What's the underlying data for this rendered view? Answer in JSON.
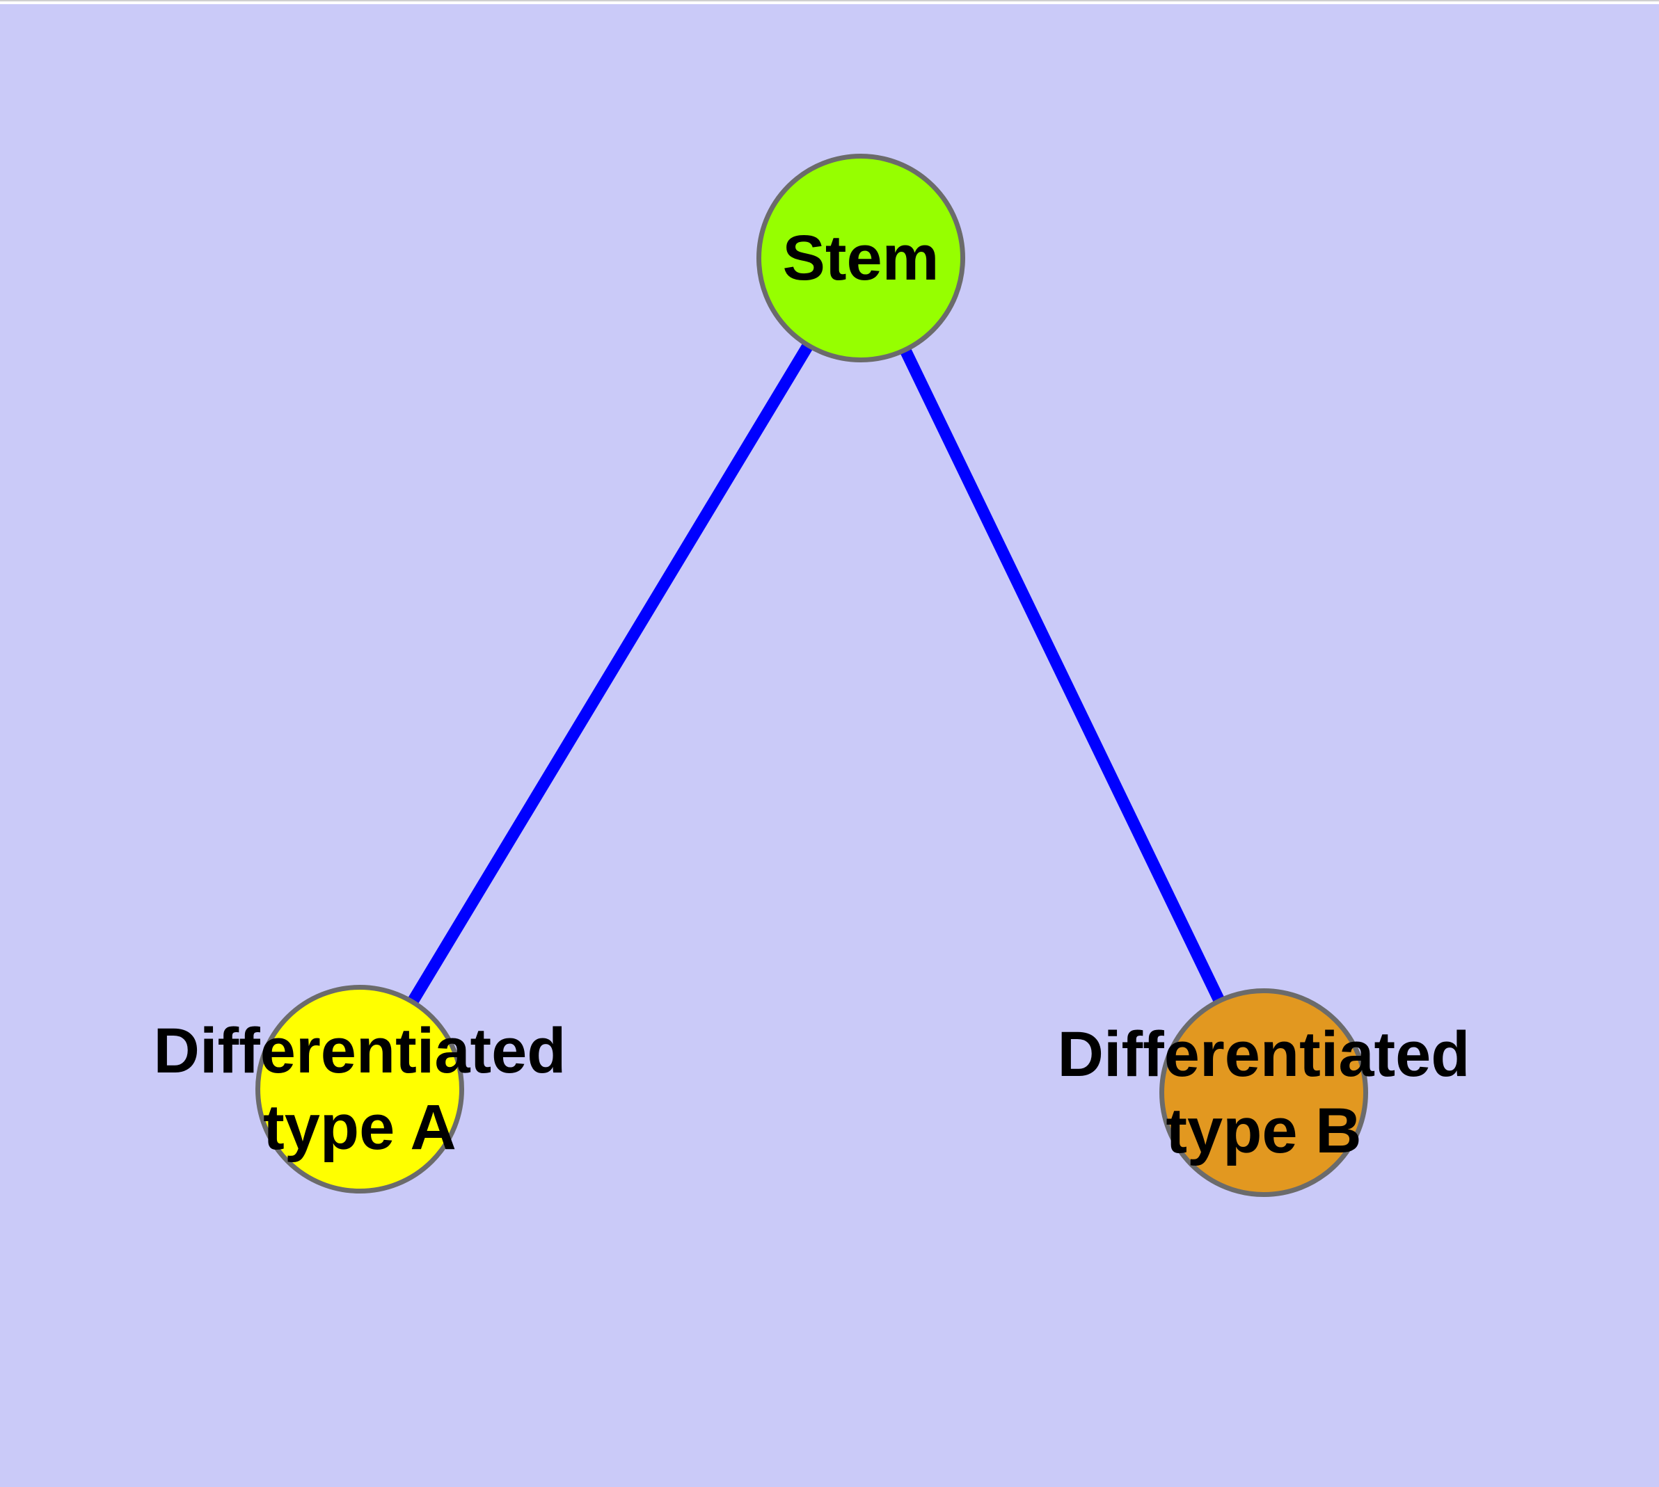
{
  "diagram": {
    "background_color": "#CACAF8",
    "edge_color": "#0000FF",
    "node_border_color": "#6B6B6B",
    "label_color": "#000000",
    "nodes": [
      {
        "id": "stem",
        "label": "Stem",
        "lines": [
          "Stem"
        ],
        "fill_color": "#96FF00"
      },
      {
        "id": "differentiated-type-a",
        "label": "Differentiated type A",
        "lines": [
          "Differentiated",
          "type A"
        ],
        "fill_color": "#FFFF00"
      },
      {
        "id": "differentiated-type-b",
        "label": "Differentiated type B",
        "lines": [
          "Differentiated",
          "type B"
        ],
        "fill_color": "#E29820"
      }
    ],
    "edges": [
      {
        "from": "stem",
        "to": "differentiated-type-a"
      },
      {
        "from": "stem",
        "to": "differentiated-type-b"
      }
    ]
  }
}
